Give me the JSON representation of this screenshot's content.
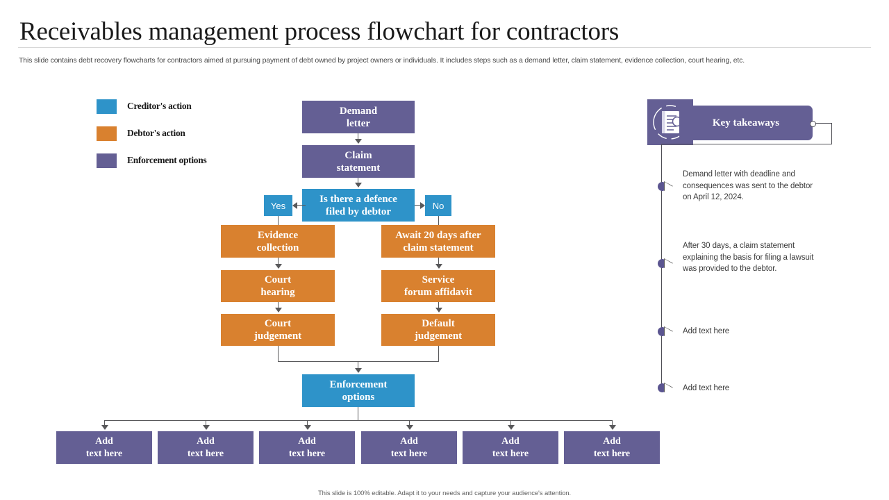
{
  "header": {
    "title": "Receivables management process flowchart for contractors",
    "subtitle": "This slide contains debt recovery flowcharts for contractors aimed at pursuing payment of debt owned by project owners or individuals. It includes steps such as a demand letter, claim statement, evidence collection, court hearing, etc."
  },
  "colors": {
    "creditor_blue": "#2e93c9",
    "debtor_orange": "#d9812f",
    "enforcement_purple": "#645f94",
    "connector_gray": "#58585a"
  },
  "legend": {
    "items": [
      {
        "label": "Creditor's action",
        "color": "#2e93c9"
      },
      {
        "label": "Debtor's action",
        "color": "#d9812f"
      },
      {
        "label": "Enforcement options",
        "color": "#645f94"
      }
    ]
  },
  "flowchart": {
    "nodes": [
      {
        "id": "demand-letter",
        "label": "Demand\nletter",
        "type": "enforcement"
      },
      {
        "id": "claim-statement",
        "label": "Claim\nstatement",
        "type": "enforcement"
      },
      {
        "id": "defence-decision",
        "label": "Is there a defence\nfiled by debtor",
        "type": "creditor"
      },
      {
        "id": "evidence-collection",
        "label": "Evidence\ncollection",
        "type": "debtor"
      },
      {
        "id": "court-hearing",
        "label": "Court\nhearing",
        "type": "debtor"
      },
      {
        "id": "court-judgement",
        "label": "Court\njudgement",
        "type": "debtor"
      },
      {
        "id": "await-20-days",
        "label": "Await 20 days after\nclaim statement",
        "type": "debtor"
      },
      {
        "id": "service-forum",
        "label": "Service\nforum affidavit",
        "type": "debtor"
      },
      {
        "id": "default-judgement",
        "label": "Default\njudgement",
        "type": "debtor"
      },
      {
        "id": "enforcement-options",
        "label": "Enforcement\noptions",
        "type": "creditor"
      }
    ],
    "decision_yes": "Yes",
    "decision_no": "No",
    "outcomes": [
      {
        "label": "Add\ntext here"
      },
      {
        "label": "Add\ntext here"
      },
      {
        "label": "Add\ntext here"
      },
      {
        "label": "Add\ntext here"
      },
      {
        "label": "Add\ntext here"
      },
      {
        "label": "Add\ntext here"
      }
    ]
  },
  "key_takeaways": {
    "title": "Key\ntakeaways",
    "icon": "document-magnifier-icon",
    "items": [
      {
        "text": "Demand letter with deadline and consequences was sent to the debtor on April 12, 2024."
      },
      {
        "text": "After 30 days, a claim statement explaining the basis for filing a lawsuit was provided to the debtor."
      },
      {
        "text": "Add text here"
      },
      {
        "text": "Add text here"
      }
    ]
  },
  "footer": {
    "note": "This slide is 100% editable. Adapt it to your needs and capture your audience's attention."
  }
}
